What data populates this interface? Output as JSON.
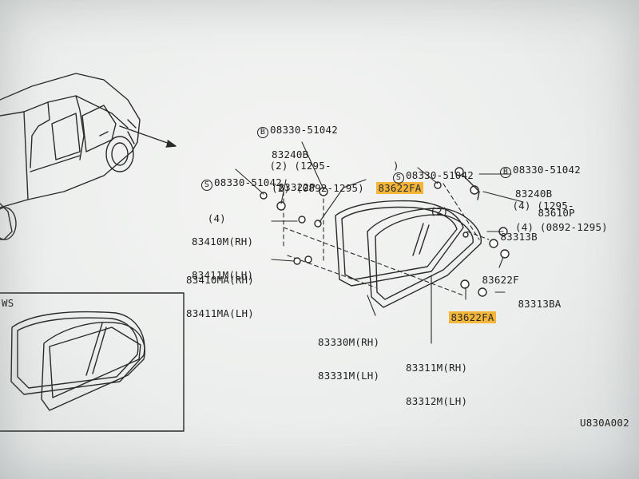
{
  "diagram_code": "U830A002",
  "inset_label": "WS",
  "callouts": {
    "screw_upper": {
      "symbol": "B",
      "part": "08330-51042",
      "qty": "(2)",
      "range": "(1295-          )"
    },
    "part_83240b_left": {
      "part": "83240B",
      "qty": "(2)",
      "range": "(0892-1295)"
    },
    "screw_left": {
      "symbol": "S",
      "part": "08330-51042",
      "qty": "(4)"
    },
    "part_83322p": {
      "part": "83322P"
    },
    "part_83622fa_top": {
      "part": "83622FA"
    },
    "screw_mid": {
      "symbol": "S",
      "part": "08330-51042",
      "qty": "(2)"
    },
    "screw_right": {
      "symbol": "B",
      "part": "08330-51042",
      "qty": "(4)",
      "range": "(1295-"
    },
    "part_83240b_right": {
      "part": "83240B",
      "qty": "(4)",
      "range": "(0892-1295)"
    },
    "part_83610p": {
      "part": "83610P"
    },
    "part_83313b": {
      "part": "83313B"
    },
    "part_83622f": {
      "part": "83622F"
    },
    "part_83313ba": {
      "part": "83313BA"
    },
    "part_83622fa_bottom": {
      "part": "83622FA"
    },
    "part_83410m": {
      "part": "83410M",
      "side": "(RH)"
    },
    "part_83411m": {
      "part": "83411M",
      "side": "(LH)"
    },
    "part_83410ma": {
      "part": "83410MA",
      "side": "(RH)"
    },
    "part_83411ma": {
      "part": "83411MA",
      "side": "(LH)"
    },
    "part_83330m": {
      "part": "83330M",
      "side": "(RH)"
    },
    "part_83331m": {
      "part": "83331M",
      "side": "(LH)"
    },
    "part_83311m": {
      "part": "83311M",
      "side": "(RH)"
    },
    "part_83312m": {
      "part": "83312M",
      "side": "(LH)"
    }
  },
  "colors": {
    "highlight": "#f3b63a",
    "ink": "#222222",
    "paper": "#eceeed"
  }
}
